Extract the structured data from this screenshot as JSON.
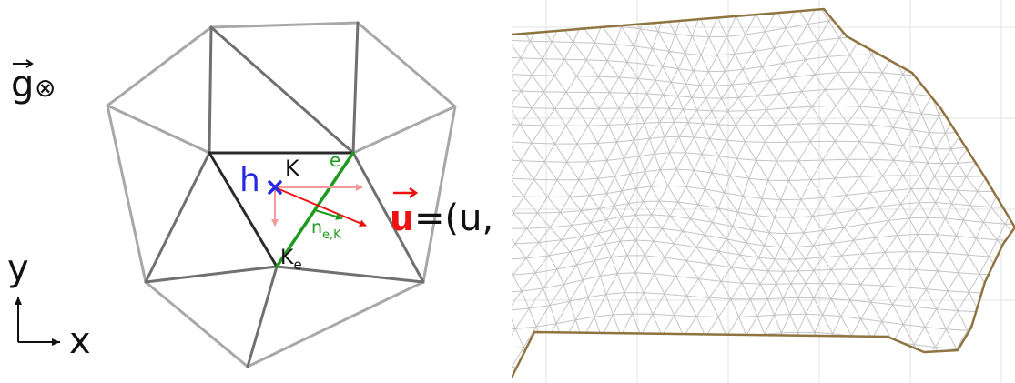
{
  "left_diagram": {
    "gravity_label": "g",
    "gravity_symbol": "⊗",
    "axis_y_label": "y",
    "axis_x_label": "x",
    "h_label": "h",
    "cell_label_K": "K",
    "cell_label_Ke": "K",
    "cell_label_Ke_sub": "e",
    "edge_label": "e",
    "normal_label": "n",
    "normal_sub": "e,K",
    "velocity_symbol": "u",
    "velocity_rhs": "=(u,",
    "colors": {
      "mesh_light": "#a8a8a8",
      "mesh_dark": "#707070",
      "cell_outline": "#2b2b2b",
      "edge_green": "#1f9a1f",
      "h_blue": "#2a2ae0",
      "velocity_red": "#ee1111",
      "arrow_pink": "#f29a9a",
      "text_black": "#111111"
    }
  },
  "right_mesh": {
    "colors": {
      "mesh_line": "#c4c4c4",
      "boundary": "#8f7440",
      "grid": "#e3e3e3"
    }
  }
}
